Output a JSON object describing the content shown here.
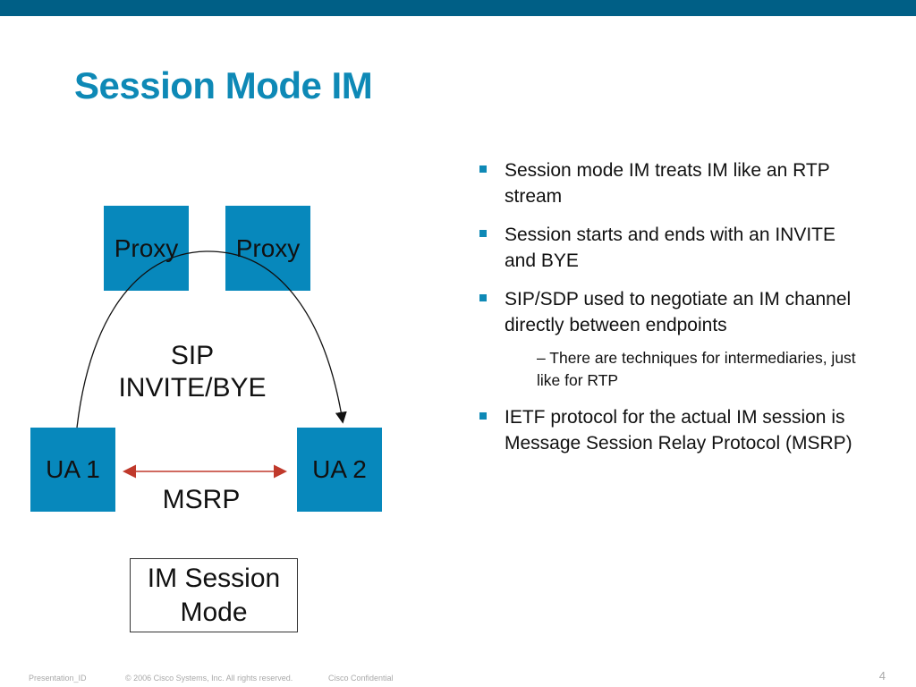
{
  "slide": {
    "title": "Session Mode IM",
    "page_number": "4"
  },
  "diagram": {
    "proxy_left": "Proxy",
    "proxy_right": "Proxy",
    "ua_left": "UA 1",
    "ua_right": "UA 2",
    "sip_line1": "SIP",
    "sip_line2": "INVITE/BYE",
    "msrp": "MSRP",
    "mode_line1": "IM Session",
    "mode_line2": "Mode"
  },
  "bullets": [
    "Session mode IM treats IM like an RTP stream",
    "Session starts and ends with an INVITE and BYE",
    "SIP/SDP used to negotiate an IM channel directly between endpoints",
    "– There are techniques for intermediaries, just like for RTP",
    "IETF protocol for the actual IM session is Message Session Relay Protocol (MSRP)"
  ],
  "footer": {
    "presentation_id": "Presentation_ID",
    "copyright": "© 2006 Cisco Systems, Inc. All rights reserved.",
    "confidential": "Cisco Confidential"
  },
  "colors": {
    "top_bar": "#005F86",
    "title": "#0E89B6",
    "box_fill": "#0788BC",
    "msrp_arrow": "#C0392B"
  }
}
